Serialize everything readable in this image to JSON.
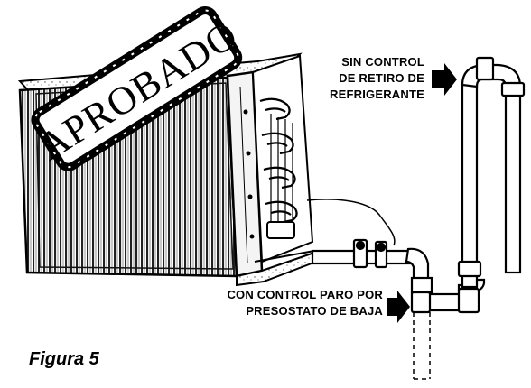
{
  "stamp": {
    "text": "APROBADO"
  },
  "labels": {
    "top": {
      "lines": [
        "SIN CONTROL",
        "DE RETIRO DE",
        "REFRIGERANTE"
      ]
    },
    "bottom": {
      "lines": [
        "CON CONTROL PARO POR",
        "PRESOSTATO DE BAJA"
      ]
    }
  },
  "caption": "Figura 5",
  "icons": [
    "arrow-right-icon",
    "arrow-right-icon"
  ],
  "colors": {
    "ink": "#000000",
    "background": "#ffffff",
    "stamp_fill": "#ffffff"
  }
}
